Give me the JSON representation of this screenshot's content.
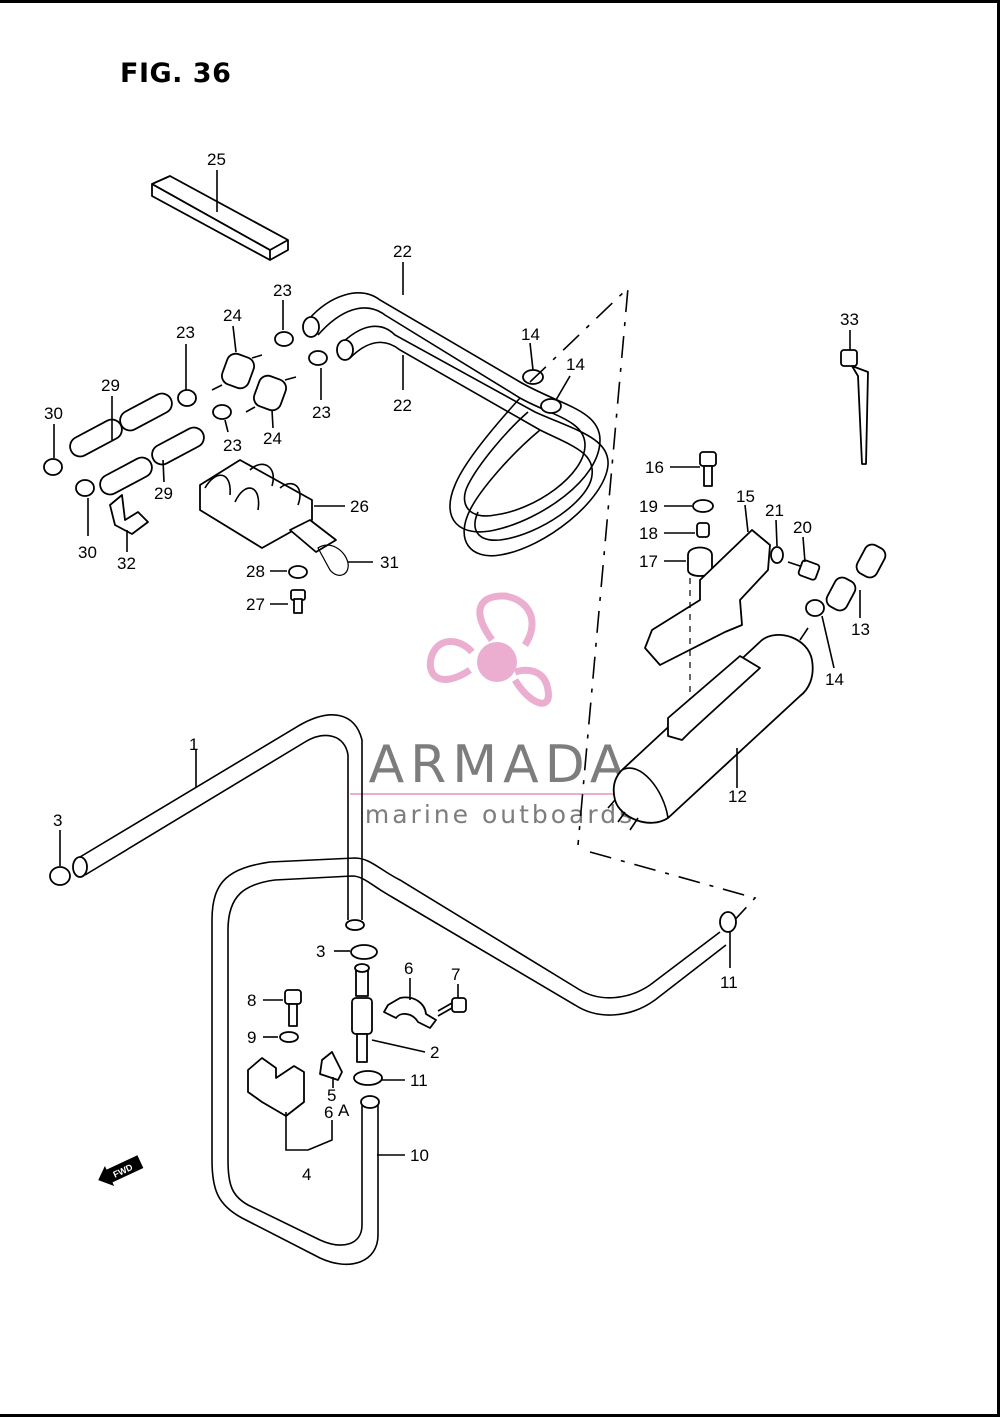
{
  "figure": {
    "title": "FIG. 36"
  },
  "fwd_arrow": {
    "label": "FWD"
  },
  "watermark": {
    "brand": "ARMADA",
    "tagline": "marine outboards",
    "accent_color": "#e9a6cc",
    "text_color": "#6f6f6f"
  },
  "callouts": {
    "c25": "25",
    "c22a": "22",
    "c22b": "22",
    "c23a": "23",
    "c23b": "23",
    "c23c": "23",
    "c23d": "23",
    "c24a": "24",
    "c24b": "24",
    "c29a": "29",
    "c29b": "29",
    "c30a": "30",
    "c30b": "30",
    "c26": "26",
    "c31": "31",
    "c32": "32",
    "c28": "28",
    "c27": "27",
    "c14a": "14",
    "c14b": "14",
    "c14c": "14",
    "c33": "33",
    "c16": "16",
    "c15": "15",
    "c19": "19",
    "c18": "18",
    "c17": "17",
    "c21": "21",
    "c20": "20",
    "c13": "13",
    "c12": "12",
    "c1": "1",
    "c3a": "3",
    "c3b": "3",
    "c6": "6",
    "c7": "7",
    "c8": "8",
    "c9": "9",
    "c2": "2",
    "c5": "5",
    "c6A": "6",
    "c6Asuffix": "A",
    "c11a": "11",
    "c11b": "11",
    "c4": "4",
    "c10": "10"
  }
}
